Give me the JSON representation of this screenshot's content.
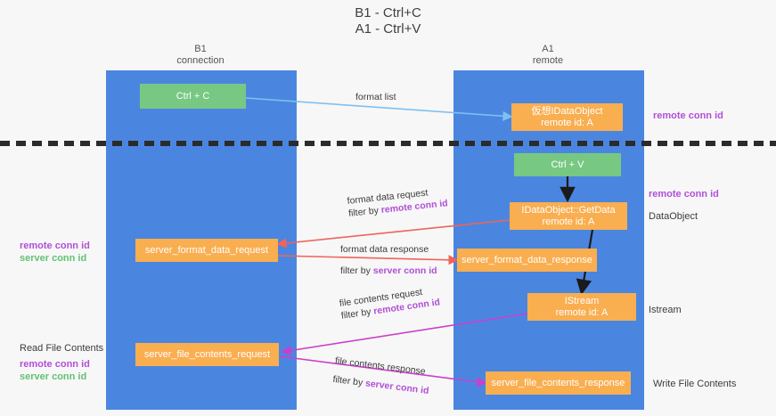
{
  "diagram": {
    "title": "B1 - Ctrl+C\nA1 - Ctrl+V",
    "colors": {
      "lane": "#4a86e0",
      "green_box": "#77c882",
      "orange_box": "#f9ae50",
      "remote_conn_id": "#b14fd8",
      "server_conn_id": "#63c174",
      "divider": "#2b2b2b",
      "arrow_format_list": "#7ec0f0",
      "arrow_format_data": "#f0635a",
      "arrow_file_contents": "#cc3fcc",
      "arrow_black": "#1a1a1a",
      "background": "#f7f7f7"
    },
    "lanes": [
      {
        "id": "b1",
        "title": "B1\nconnection"
      },
      {
        "id": "a1",
        "title": "A1\nremote"
      }
    ],
    "boxes": [
      {
        "id": "ctrl-c",
        "label": "Ctrl + C",
        "kind": "green"
      },
      {
        "id": "virtual-idataobject",
        "label": "仮想IDataObject\nremote id: A",
        "kind": "orange"
      },
      {
        "id": "ctrl-v",
        "label": "Ctrl + V",
        "kind": "green"
      },
      {
        "id": "idataobject-getdata",
        "label": "IDataObject::GetData\nremote id: A",
        "kind": "orange"
      },
      {
        "id": "server-format-data-request",
        "label": "server_format_data_request",
        "kind": "orange"
      },
      {
        "id": "server-format-data-response",
        "label": "server_format_data_response",
        "kind": "orange"
      },
      {
        "id": "istream",
        "label": "IStream\nremote id: A",
        "kind": "orange"
      },
      {
        "id": "server-file-contents-request",
        "label": "server_file_contents_request",
        "kind": "orange"
      },
      {
        "id": "server-file-contents-response",
        "label": "server_file_contents_response",
        "kind": "orange"
      }
    ],
    "edge_labels": {
      "format_list": "format list",
      "format_data_request": "format data request",
      "format_data_request_filter_prefix": "filter by ",
      "format_data_request_filter_key": "remote conn id",
      "format_data_response": "format data response",
      "format_data_response_filter_prefix": "filter by ",
      "format_data_response_filter_key": "server conn id",
      "file_contents_request": "file contents request",
      "file_contents_request_filter_prefix": "filter by ",
      "file_contents_request_filter_key": "remote conn id",
      "file_contents_response": "file contents response",
      "file_contents_response_filter_prefix": "filter by ",
      "file_contents_response_filter_key": "server conn id"
    },
    "annotations": {
      "left_mid_remote": "remote conn id",
      "left_mid_server": "server conn id",
      "left_read_file_contents": "Read File Contents",
      "left_bottom_remote": "remote conn id",
      "left_bottom_server": "server conn id",
      "right_top_remote": "remote conn id",
      "right_mid_remote": "remote conn id",
      "right_dataobject": "DataObject",
      "right_istream": "Istream",
      "right_write_file_contents": "Write File Contents"
    }
  }
}
